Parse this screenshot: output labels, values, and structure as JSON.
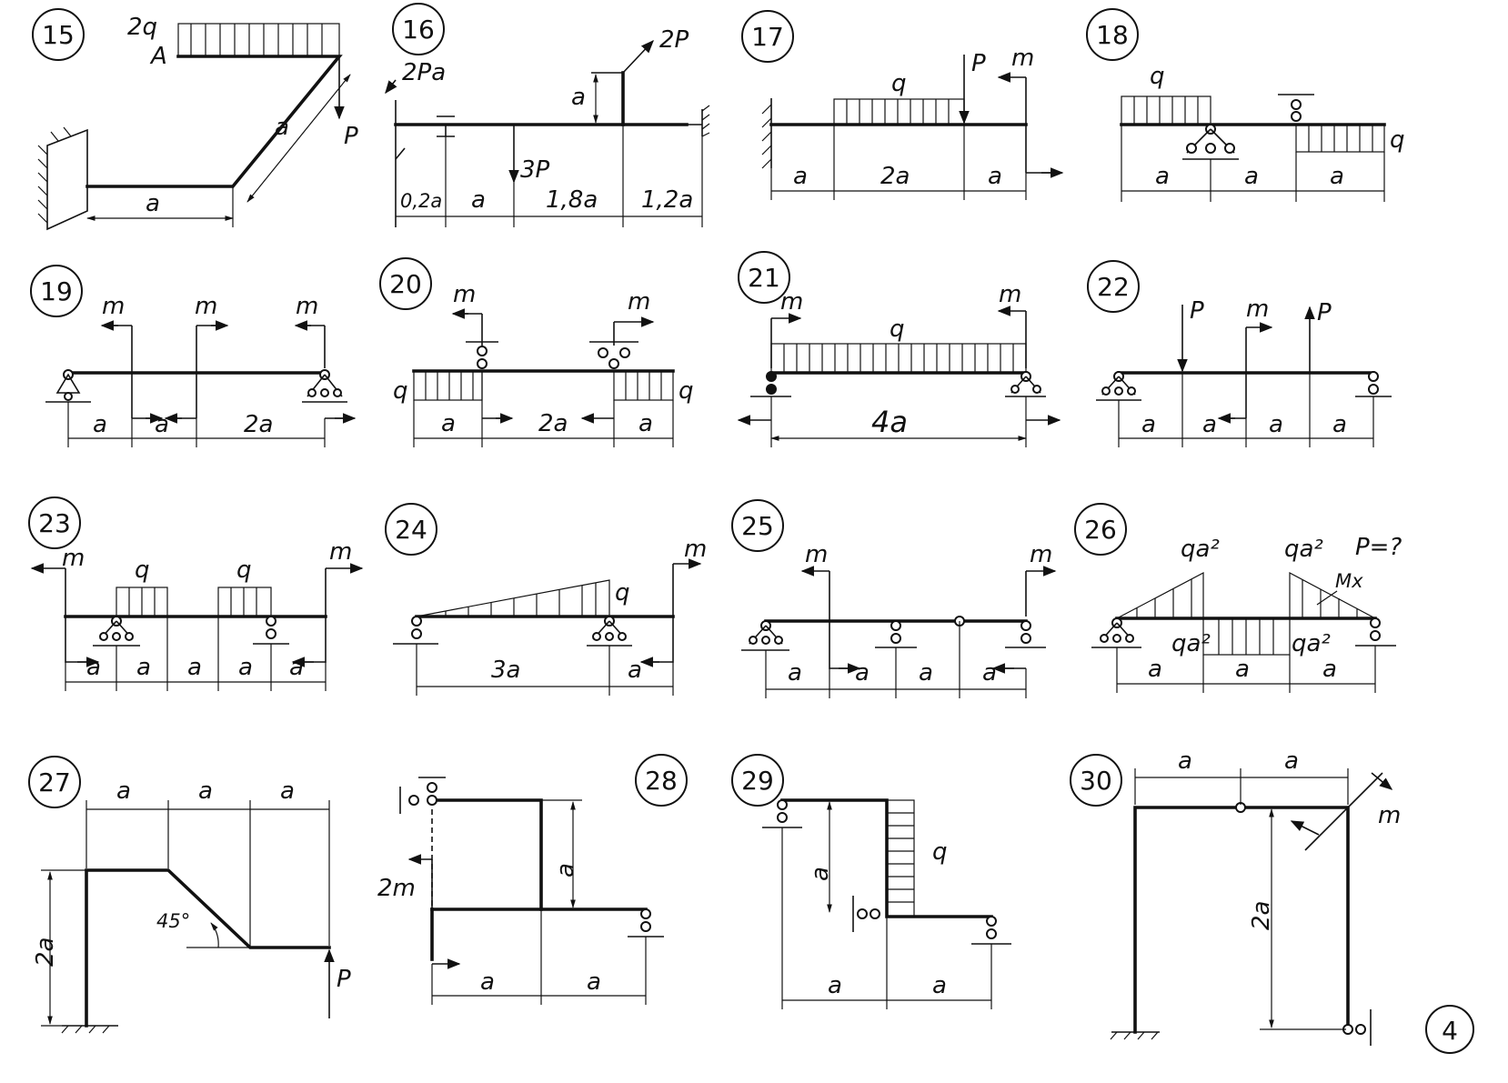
{
  "problems": {
    "p15": {
      "number": "15",
      "load_q": "2q",
      "point": "A",
      "force": "P",
      "dim_horizontal": "a",
      "dim_diagonal": "a"
    },
    "p16": {
      "number": "16",
      "moment": "2Pa",
      "force_top": "2P",
      "height": "a",
      "force_down": "3P",
      "dims": [
        "0,2a",
        "a",
        "1,8a",
        "1,2a"
      ]
    },
    "p17": {
      "number": "17",
      "load": "q",
      "force": "P",
      "moment": "m",
      "dims": [
        "a",
        "2a",
        "a"
      ]
    },
    "p18": {
      "number": "18",
      "load_left": "q",
      "load_right": "q",
      "dims": [
        "a",
        "a",
        "a"
      ]
    },
    "p19": {
      "number": "19",
      "moments": [
        "m",
        "m",
        "m"
      ],
      "dims": [
        "a",
        "a",
        "2a"
      ]
    },
    "p20": {
      "number": "20",
      "moments": [
        "m",
        "m"
      ],
      "load_left": "q",
      "load_right": "q",
      "dims": [
        "a",
        "2a",
        "a"
      ]
    },
    "p21": {
      "number": "21",
      "moments": [
        "m",
        "m"
      ],
      "load": "q",
      "dims": [
        "4a"
      ]
    },
    "p22": {
      "number": "22",
      "force_left": "P",
      "moment": "m",
      "force_right": "P",
      "dims": [
        "a",
        "a",
        "a",
        "a"
      ]
    },
    "p23": {
      "number": "23",
      "moments": [
        "m",
        "m"
      ],
      "loads": [
        "q",
        "q"
      ],
      "dims": [
        "a",
        "a",
        "a",
        "a",
        "a"
      ]
    },
    "p24": {
      "number": "24",
      "moment": "m",
      "load": "q",
      "dims": [
        "3a",
        "a"
      ]
    },
    "p25": {
      "number": "25",
      "moments": [
        "m",
        "m"
      ],
      "dims": [
        "a",
        "a",
        "a",
        "a"
      ]
    },
    "p26": {
      "number": "26",
      "label_left_top": "qa²",
      "label_right_top": "qa²",
      "question": "P=?",
      "mx": "Mx",
      "label_mid_left": "qa²",
      "label_mid_right": "qa²",
      "dims": [
        "a",
        "a",
        "a"
      ]
    },
    "p27": {
      "number": "27",
      "dims_top": [
        "a",
        "a",
        "a"
      ],
      "height": "2a",
      "angle": "45°",
      "force": "P"
    },
    "p28": {
      "number": "28",
      "moment": "2m",
      "height": "a",
      "dims": [
        "a",
        "a"
      ]
    },
    "p29": {
      "number": "29",
      "height": "a",
      "load": "q",
      "dims": [
        "a",
        "a"
      ]
    },
    "p30": {
      "number": "30",
      "dims_top": [
        "a",
        "a"
      ],
      "moment": "m",
      "height": "2a"
    },
    "page": {
      "number": "4"
    }
  }
}
